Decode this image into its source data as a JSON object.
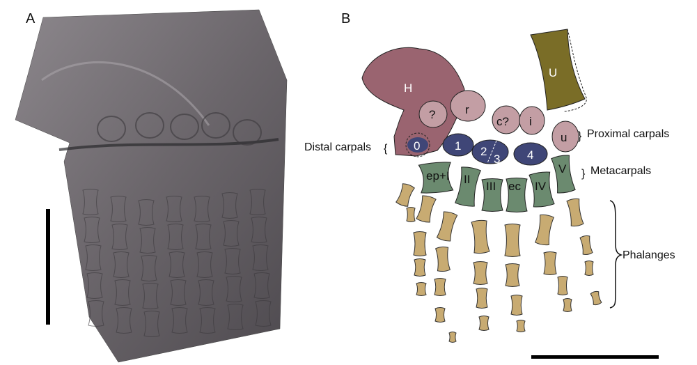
{
  "panels": {
    "a_label": "A",
    "b_label": "B"
  },
  "colors": {
    "humerus": "#9a6470",
    "proximal_carpal": "#c39ea4",
    "distal_carpal": "#3f4677",
    "metacarpal": "#6b8a6f",
    "ulna": "#7a6d27",
    "phalanx": "#c8ab72",
    "photo": "#6e6a6e"
  },
  "bones": {
    "humerus": "H",
    "ulna": "U",
    "unknown": "?",
    "radiale": "r",
    "centrale": "c?",
    "intermedium": "i",
    "ulnare": "u",
    "dc0": "0",
    "dc1": "1",
    "dc2": "2",
    "dc3": "3",
    "dc4": "4",
    "mc1": "ep+I",
    "mc2": "II",
    "mc3": "III",
    "mc_ec": "ec",
    "mc4": "IV",
    "mc5": "V"
  },
  "groups": {
    "distal_carpals": "Distal carpals",
    "proximal_carpals": "Proximal carpals",
    "metacarpals": "Metacarpals",
    "phalanges": "Phalanges"
  }
}
